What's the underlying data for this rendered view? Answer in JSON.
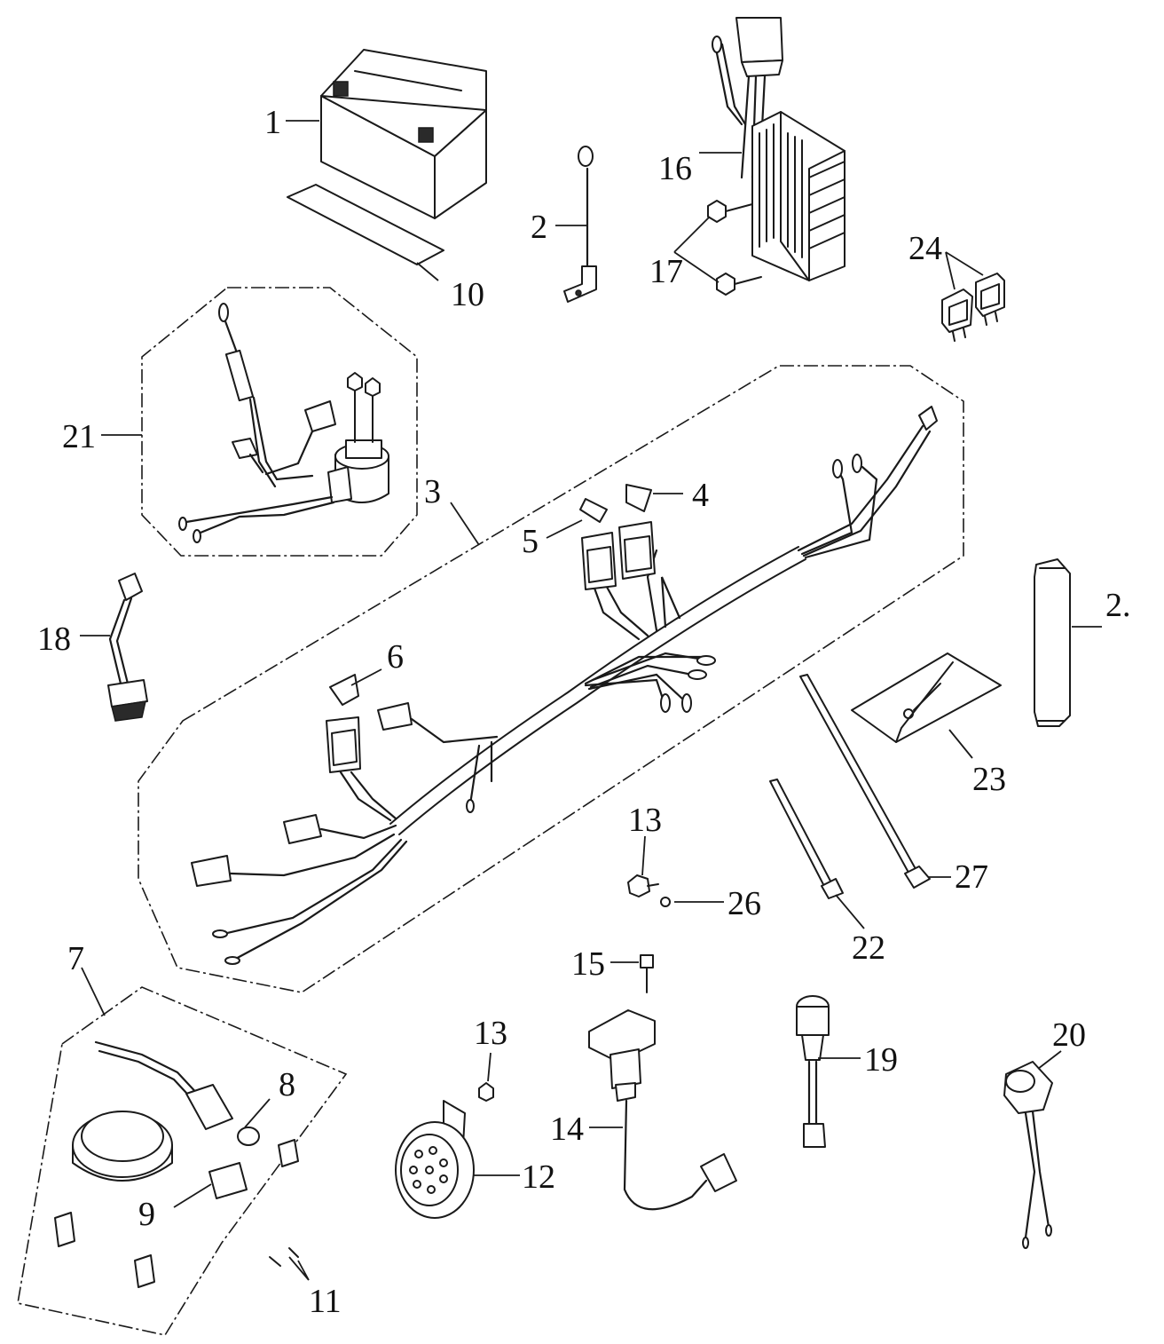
{
  "callouts": [
    {
      "id": "1",
      "label": "1"
    },
    {
      "id": "2a",
      "label": "2"
    },
    {
      "id": "2b",
      "label": "2."
    },
    {
      "id": "3",
      "label": "3"
    },
    {
      "id": "4",
      "label": "4"
    },
    {
      "id": "5",
      "label": "5"
    },
    {
      "id": "6",
      "label": "6"
    },
    {
      "id": "7",
      "label": "7"
    },
    {
      "id": "8",
      "label": "8"
    },
    {
      "id": "9",
      "label": "9"
    },
    {
      "id": "10",
      "label": "10"
    },
    {
      "id": "11",
      "label": "11"
    },
    {
      "id": "12",
      "label": "12"
    },
    {
      "id": "13a",
      "label": "13"
    },
    {
      "id": "13b",
      "label": "13"
    },
    {
      "id": "14",
      "label": "14"
    },
    {
      "id": "15",
      "label": "15"
    },
    {
      "id": "16",
      "label": "16"
    },
    {
      "id": "17",
      "label": "17"
    },
    {
      "id": "18",
      "label": "18"
    },
    {
      "id": "19",
      "label": "19"
    },
    {
      "id": "20",
      "label": "20"
    },
    {
      "id": "21",
      "label": "21"
    },
    {
      "id": "22",
      "label": "22"
    },
    {
      "id": "23",
      "label": "23"
    },
    {
      "id": "24",
      "label": "24"
    },
    {
      "id": "26",
      "label": "26"
    },
    {
      "id": "27",
      "label": "27"
    }
  ]
}
